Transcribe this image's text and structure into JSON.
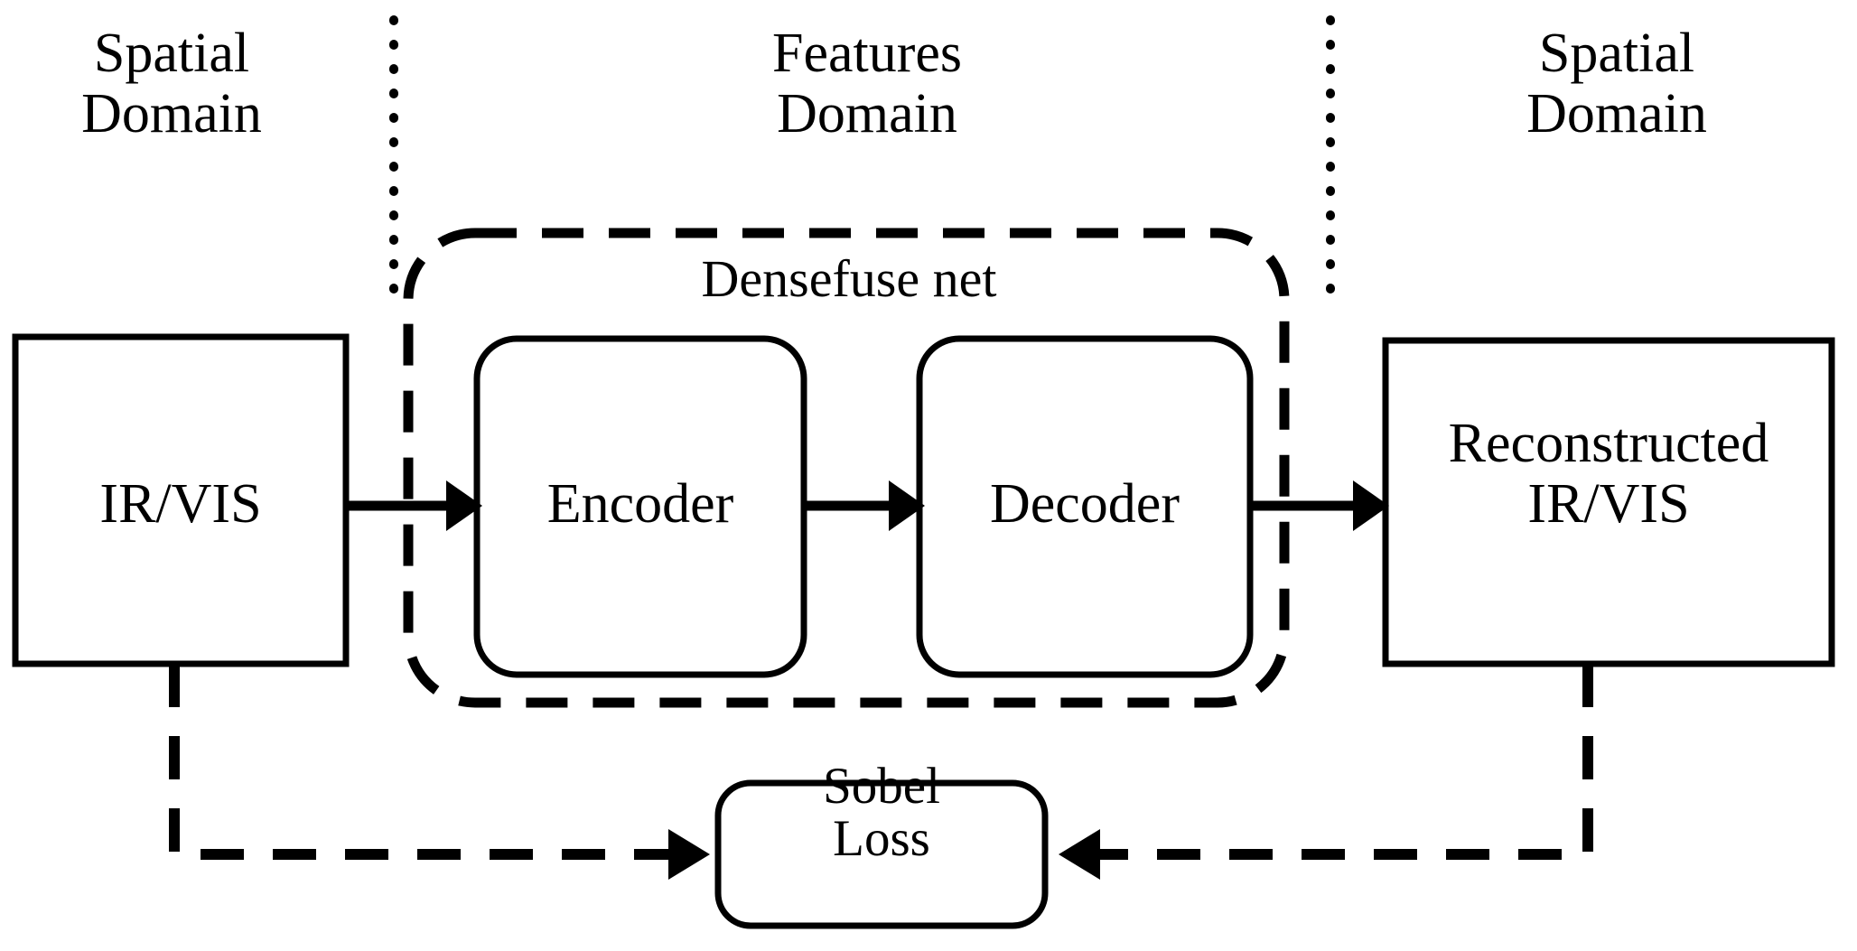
{
  "figure": {
    "title": "Densefuse net training framework",
    "background_color": "#ffffff",
    "stroke_color": "#000000"
  },
  "domain_labels": [
    {
      "id": "left",
      "text": "Spatial\nDomain"
    },
    {
      "id": "center",
      "text": "Features\nDomain"
    },
    {
      "id": "right",
      "text": "Spatial\nDomain"
    }
  ],
  "group": {
    "name": "densefuse-net",
    "label": "Densefuse net",
    "border_style": "dashed",
    "shape": "rounded-rectangle"
  },
  "blocks": [
    {
      "id": "input",
      "label": "IR/VIS",
      "shape": "rectangle",
      "border_style": "solid"
    },
    {
      "id": "encoder",
      "label": "Encoder",
      "shape": "rounded-rectangle",
      "border_style": "solid"
    },
    {
      "id": "decoder",
      "label": "Decoder",
      "shape": "rounded-rectangle",
      "border_style": "solid"
    },
    {
      "id": "reconstructed",
      "label": "Reconstructed\nIR/VIS",
      "shape": "rectangle",
      "border_style": "solid"
    },
    {
      "id": "loss",
      "label": "Sobel\nLoss",
      "shape": "rounded-rectangle",
      "border_style": "solid"
    }
  ],
  "connections": [
    {
      "id": "input-to-encoder",
      "from": "input",
      "to": "encoder",
      "style": "solid",
      "arrow": "right"
    },
    {
      "id": "encoder-to-decoder",
      "from": "encoder",
      "to": "decoder",
      "style": "solid",
      "arrow": "right"
    },
    {
      "id": "decoder-to-reconstructed",
      "from": "decoder",
      "to": "reconstructed",
      "style": "solid",
      "arrow": "right"
    },
    {
      "id": "input-to-loss",
      "from": "input",
      "to": "loss",
      "style": "dashed",
      "arrow": "right"
    },
    {
      "id": "reconstructed-to-loss",
      "from": "reconstructed",
      "to": "loss",
      "style": "dashed",
      "arrow": "left"
    }
  ],
  "dividers": [
    {
      "id": "divider-left",
      "style": "dotted",
      "orientation": "vertical"
    },
    {
      "id": "divider-right",
      "style": "dotted",
      "orientation": "vertical"
    }
  ]
}
